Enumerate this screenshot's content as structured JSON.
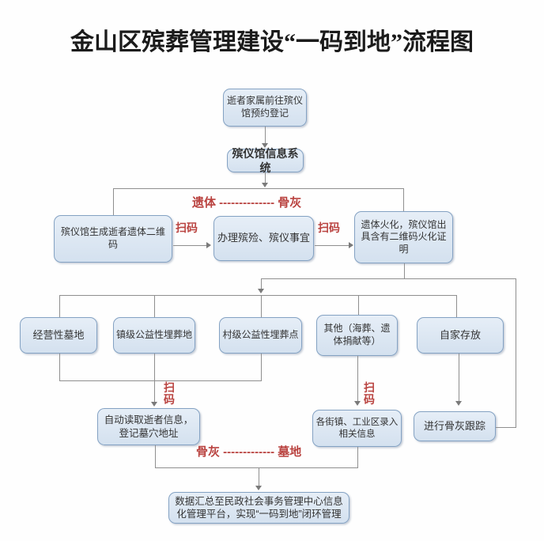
{
  "title": "金山区殡葬管理建设“一码到地”流程图",
  "nodes": {
    "family_register": "逝者家属前往殡仪馆预约登记",
    "info_system": "殡仪馆信息系统",
    "generate_qr": "殡仪馆生成逝者遗体二维码",
    "handle_funeral": "办理殡殓、殡仪事宜",
    "cremation": "遗体火化，殡仪馆出具含有二维码火化证明",
    "commercial_cemetery": "经营性墓地",
    "town_burial": "镇级公益性埋葬地",
    "village_burial": "村级公益性埋葬点",
    "other_disposal": "其他（海葬、遗体捐献等）",
    "home_storage": "自家存放",
    "auto_read": "自动读取逝者信息，登记墓穴地址",
    "street_input": "各街镇、工业区录入相关信息",
    "ash_tracking": "进行骨灰跟踪",
    "data_summary": "数据汇总至民政社会事务管理中心信息化管理平台，实现“一码到地”闭环管理"
  },
  "labels": {
    "scan_code_1": "扫码",
    "scan_code_2": "扫码",
    "scan_code_3": "扫码",
    "scan_code_4": "扫码",
    "body_to_ash": "遗体 -------------- 骨灰",
    "ash_to_cemetery": "骨灰 ------------- 墓地"
  },
  "colors": {
    "box_fill": "#dce7f3",
    "box_border": "#84a2c3",
    "accent_red": "#b9423f",
    "connector_gray": "#8f8f8f",
    "text": "#333333",
    "title_text": "#1b1b1b"
  }
}
